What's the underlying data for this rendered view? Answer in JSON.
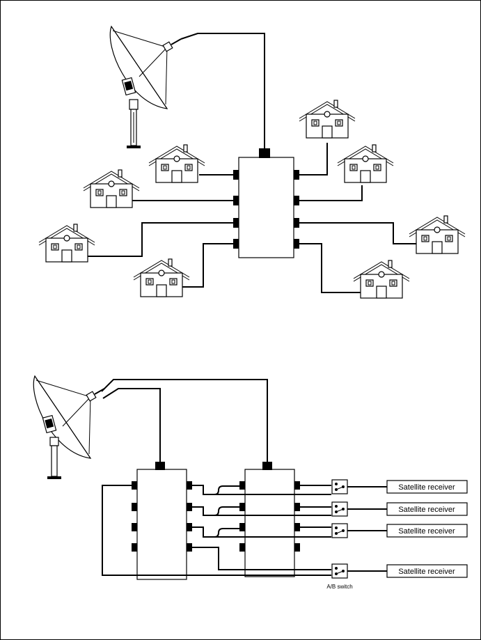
{
  "receivers": [
    {
      "label": "Satellite receiver"
    },
    {
      "label": "Satellite receiver"
    },
    {
      "label": "Satellite receiver"
    },
    {
      "label": "Satellite receiver"
    }
  ],
  "switch_label": "A/B switch",
  "colors": {
    "line": "#000000",
    "background": "#ffffff"
  },
  "icons": [
    "satellite-dish-icon",
    "house-icon",
    "ab-switch-icon"
  ]
}
